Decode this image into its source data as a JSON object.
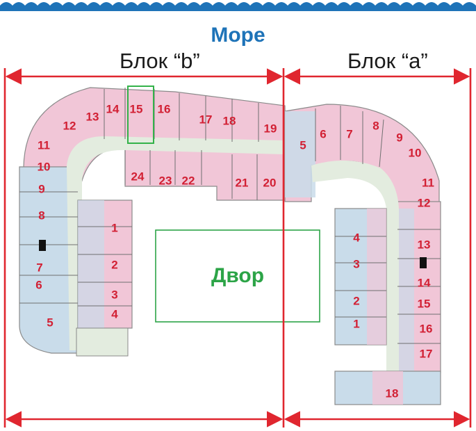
{
  "header": {
    "sea_label": "Море",
    "block_b_label": "Блок “b”",
    "block_a_label": "Блок “a”"
  },
  "yard": {
    "label": "Двор"
  },
  "block_b": {
    "units": [
      "1",
      "2",
      "3",
      "4",
      "5",
      "6",
      "7",
      "8",
      "9",
      "10",
      "11",
      "12",
      "13",
      "14",
      "15",
      "16",
      "17",
      "18",
      "19",
      "20",
      "21",
      "22",
      "23",
      "24"
    ],
    "highlighted_unit": "15"
  },
  "block_a": {
    "units": [
      "1",
      "2",
      "3",
      "4",
      "5",
      "6",
      "7",
      "8",
      "9",
      "10",
      "11",
      "12",
      "13",
      "14",
      "15",
      "16",
      "17",
      "18"
    ]
  },
  "colors": {
    "sea": "#1e73b8",
    "dimension_line": "#e0262f",
    "unit_label": "#d22034",
    "apartment_pink": "#f1c6d7",
    "apartment_blue": "#c9dcea",
    "corridor_green": "#e3ecdf",
    "highlight": "#33b249",
    "yard": "#2ca447"
  }
}
